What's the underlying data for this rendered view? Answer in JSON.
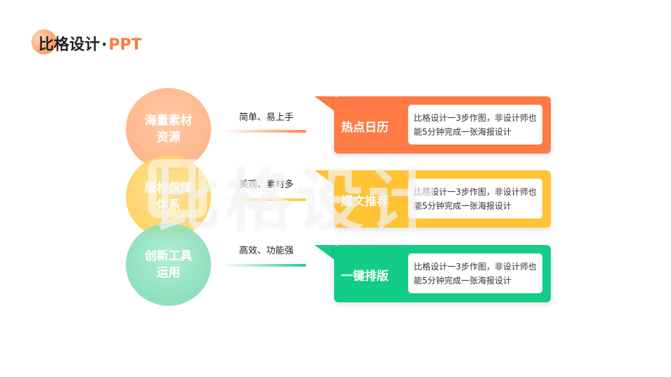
{
  "header": {
    "brand": "比格设计",
    "separator": "·",
    "suffix": "PPT"
  },
  "rows": [
    {
      "circle": [
        "海量素材",
        "资源"
      ],
      "mid": "简单、易上手",
      "title": "热点日历",
      "desc": "比格设计一3步作图，非设计师也能5分钟完成一张海报设计",
      "color": "#ff7a45"
    },
    {
      "circle": [
        "版权保障",
        "体系"
      ],
      "mid": "美观、素材多",
      "title": "爆文推荐",
      "desc": "比格设计一3步作图，非设计师也能5分钟完成一张海报设计",
      "color": "#ffc334"
    },
    {
      "circle": [
        "创新工具",
        "运用"
      ],
      "mid": "高效、功能强",
      "title": "一键排版",
      "desc": "比格设计一3步作图，非设计师也能5分钟完成一张海报设计",
      "color": "#12cc88"
    }
  ],
  "watermark": "比格设计",
  "colors": {
    "accent": "#ff7a3a",
    "orange": "#ff7a45",
    "yellow": "#ffc334",
    "green": "#12cc88"
  }
}
